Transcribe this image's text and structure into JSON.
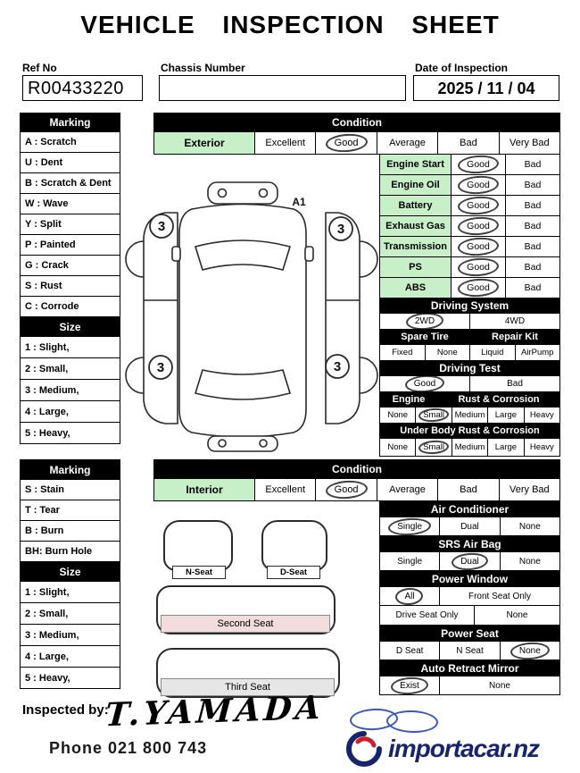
{
  "title": "VEHICLE INSPECTION SHEET",
  "colors": {
    "section_green": "#c8f0c8",
    "second_seat_pink": "#f3dcdc",
    "third_seat_gray": "#e6e6e6",
    "logo_navy": "#15246b",
    "logo_red": "#cf1f2f",
    "pen_blue": "#3a57c0"
  },
  "header": {
    "ref_no_label": "Ref No",
    "ref_no_value": "R00433220",
    "chassis_label": "Chassis Number",
    "chassis_value": "",
    "date_label": "Date of Inspection",
    "date_value": "2025 / 11 / 04"
  },
  "exterior": {
    "marking_header": "Marking",
    "marking": [
      {
        "text": "A : Scratch"
      },
      {
        "text": "U : Dent"
      },
      {
        "text": "B : Scratch & Dent"
      },
      {
        "text": "W : Wave"
      },
      {
        "text": "Y : Split"
      },
      {
        "text": "P : Painted"
      },
      {
        "text": "G : Crack"
      },
      {
        "text": "S : Rust"
      },
      {
        "text": "C : Corrode"
      }
    ],
    "size_header": "Size",
    "sizes": [
      {
        "text": "1 : Slight,"
      },
      {
        "text": "2 : Small,"
      },
      {
        "text": "3 : Medium,"
      },
      {
        "text": "4 : Large,"
      },
      {
        "text": "5 : Heavy,"
      }
    ],
    "condition_header": "Condition",
    "section_label": "Exterior",
    "condition_options": [
      "Excellent",
      "Good",
      "Average",
      "Bad",
      "Very Bad"
    ],
    "condition_selected": "Good",
    "checks": [
      {
        "label": "Engine Start",
        "options": [
          "Good",
          "Bad"
        ],
        "selected": "Good"
      },
      {
        "label": "Engine Oil",
        "options": [
          "Good",
          "Bad"
        ],
        "selected": "Good"
      },
      {
        "label": "Battery",
        "options": [
          "Good",
          "Bad"
        ],
        "selected": "Good"
      },
      {
        "label": "Exhaust Gas",
        "options": [
          "Good",
          "Bad"
        ],
        "selected": "Good"
      },
      {
        "label": "Transmission",
        "options": [
          "Good",
          "Bad"
        ],
        "selected": "Good"
      },
      {
        "label": "PS",
        "options": [
          "Good",
          "Bad"
        ],
        "selected": "Good"
      },
      {
        "label": "ABS",
        "options": [
          "Good",
          "Bad"
        ],
        "selected": "Good"
      }
    ],
    "driving_system": {
      "header": "Driving System",
      "options": [
        "2WD",
        "4WD"
      ],
      "selected": "2WD"
    },
    "spare_repair": {
      "header_left": "Spare Tire",
      "header_right": "Repair Kit",
      "options": [
        "Fixed",
        "None",
        "Liquid",
        "AirPump"
      ]
    },
    "driving_test": {
      "header": "Driving Test",
      "options": [
        "Good",
        "Bad"
      ],
      "selected": "Good"
    },
    "engine_rust": {
      "header_left": "Engine",
      "header_right": "Rust & Corrosion",
      "options": [
        "None",
        "Small",
        "Medium",
        "Large",
        "Heavy"
      ],
      "selected": "Small"
    },
    "underbody_rust": {
      "header": "Under Body Rust & Corrosion",
      "options": [
        "None",
        "Small",
        "Medium",
        "Large",
        "Heavy"
      ],
      "selected": "Small"
    }
  },
  "car_diagram": {
    "marks": [
      {
        "text": "3",
        "position": "front-left-wheel"
      },
      {
        "text": "3",
        "position": "front-right-wheel"
      },
      {
        "text": "3",
        "position": "rear-left-wheel"
      },
      {
        "text": "3",
        "position": "rear-right-wheel"
      }
    ],
    "code": "A1"
  },
  "interior": {
    "marking_header": "Marking",
    "marking": [
      {
        "text": "S : Stain"
      },
      {
        "text": "T : Tear"
      },
      {
        "text": "B : Burn"
      },
      {
        "text": "BH: Burn Hole"
      }
    ],
    "size_header": "Size",
    "sizes": [
      {
        "text": "1 : Slight,"
      },
      {
        "text": "2 : Small,"
      },
      {
        "text": "3 : Medium,"
      },
      {
        "text": "4 : Large,"
      },
      {
        "text": "5 : Heavy,"
      }
    ],
    "condition_header": "Condition",
    "section_label": "Interior",
    "condition_options": [
      "Excellent",
      "Good",
      "Average",
      "Bad",
      "Very Bad"
    ],
    "condition_selected": "Good",
    "seats": {
      "n": "N-Seat",
      "d": "D-Seat",
      "second": "Second Seat",
      "third": "Third Seat"
    },
    "air_conditioner": {
      "header": "Air Conditioner",
      "options": [
        "Single",
        "Dual",
        "None"
      ],
      "selected": "Single"
    },
    "srs_air_bag": {
      "header": "SRS Air Bag",
      "options": [
        "Single",
        "Dual",
        "None"
      ],
      "selected": "Dual"
    },
    "power_window": {
      "header": "Power Window",
      "options_row1": [
        "All",
        "Front Seat Only"
      ],
      "options_row2": [
        "Drive Seat Only",
        "None"
      ],
      "selected": "All"
    },
    "power_seat": {
      "header": "Power Seat",
      "options": [
        "D Seat",
        "N Seat",
        "None"
      ],
      "selected": "None"
    },
    "auto_retract_mirror": {
      "header": "Auto Retract Mirror",
      "options": [
        "Exist",
        "None"
      ],
      "selected": "Exist"
    }
  },
  "footer": {
    "inspected_by_label": "Inspected by:",
    "signature": "T.YAMADA",
    "phone": "Phone  021 800 743",
    "logo_text": "importacar",
    "logo_suffix": ".nz"
  }
}
